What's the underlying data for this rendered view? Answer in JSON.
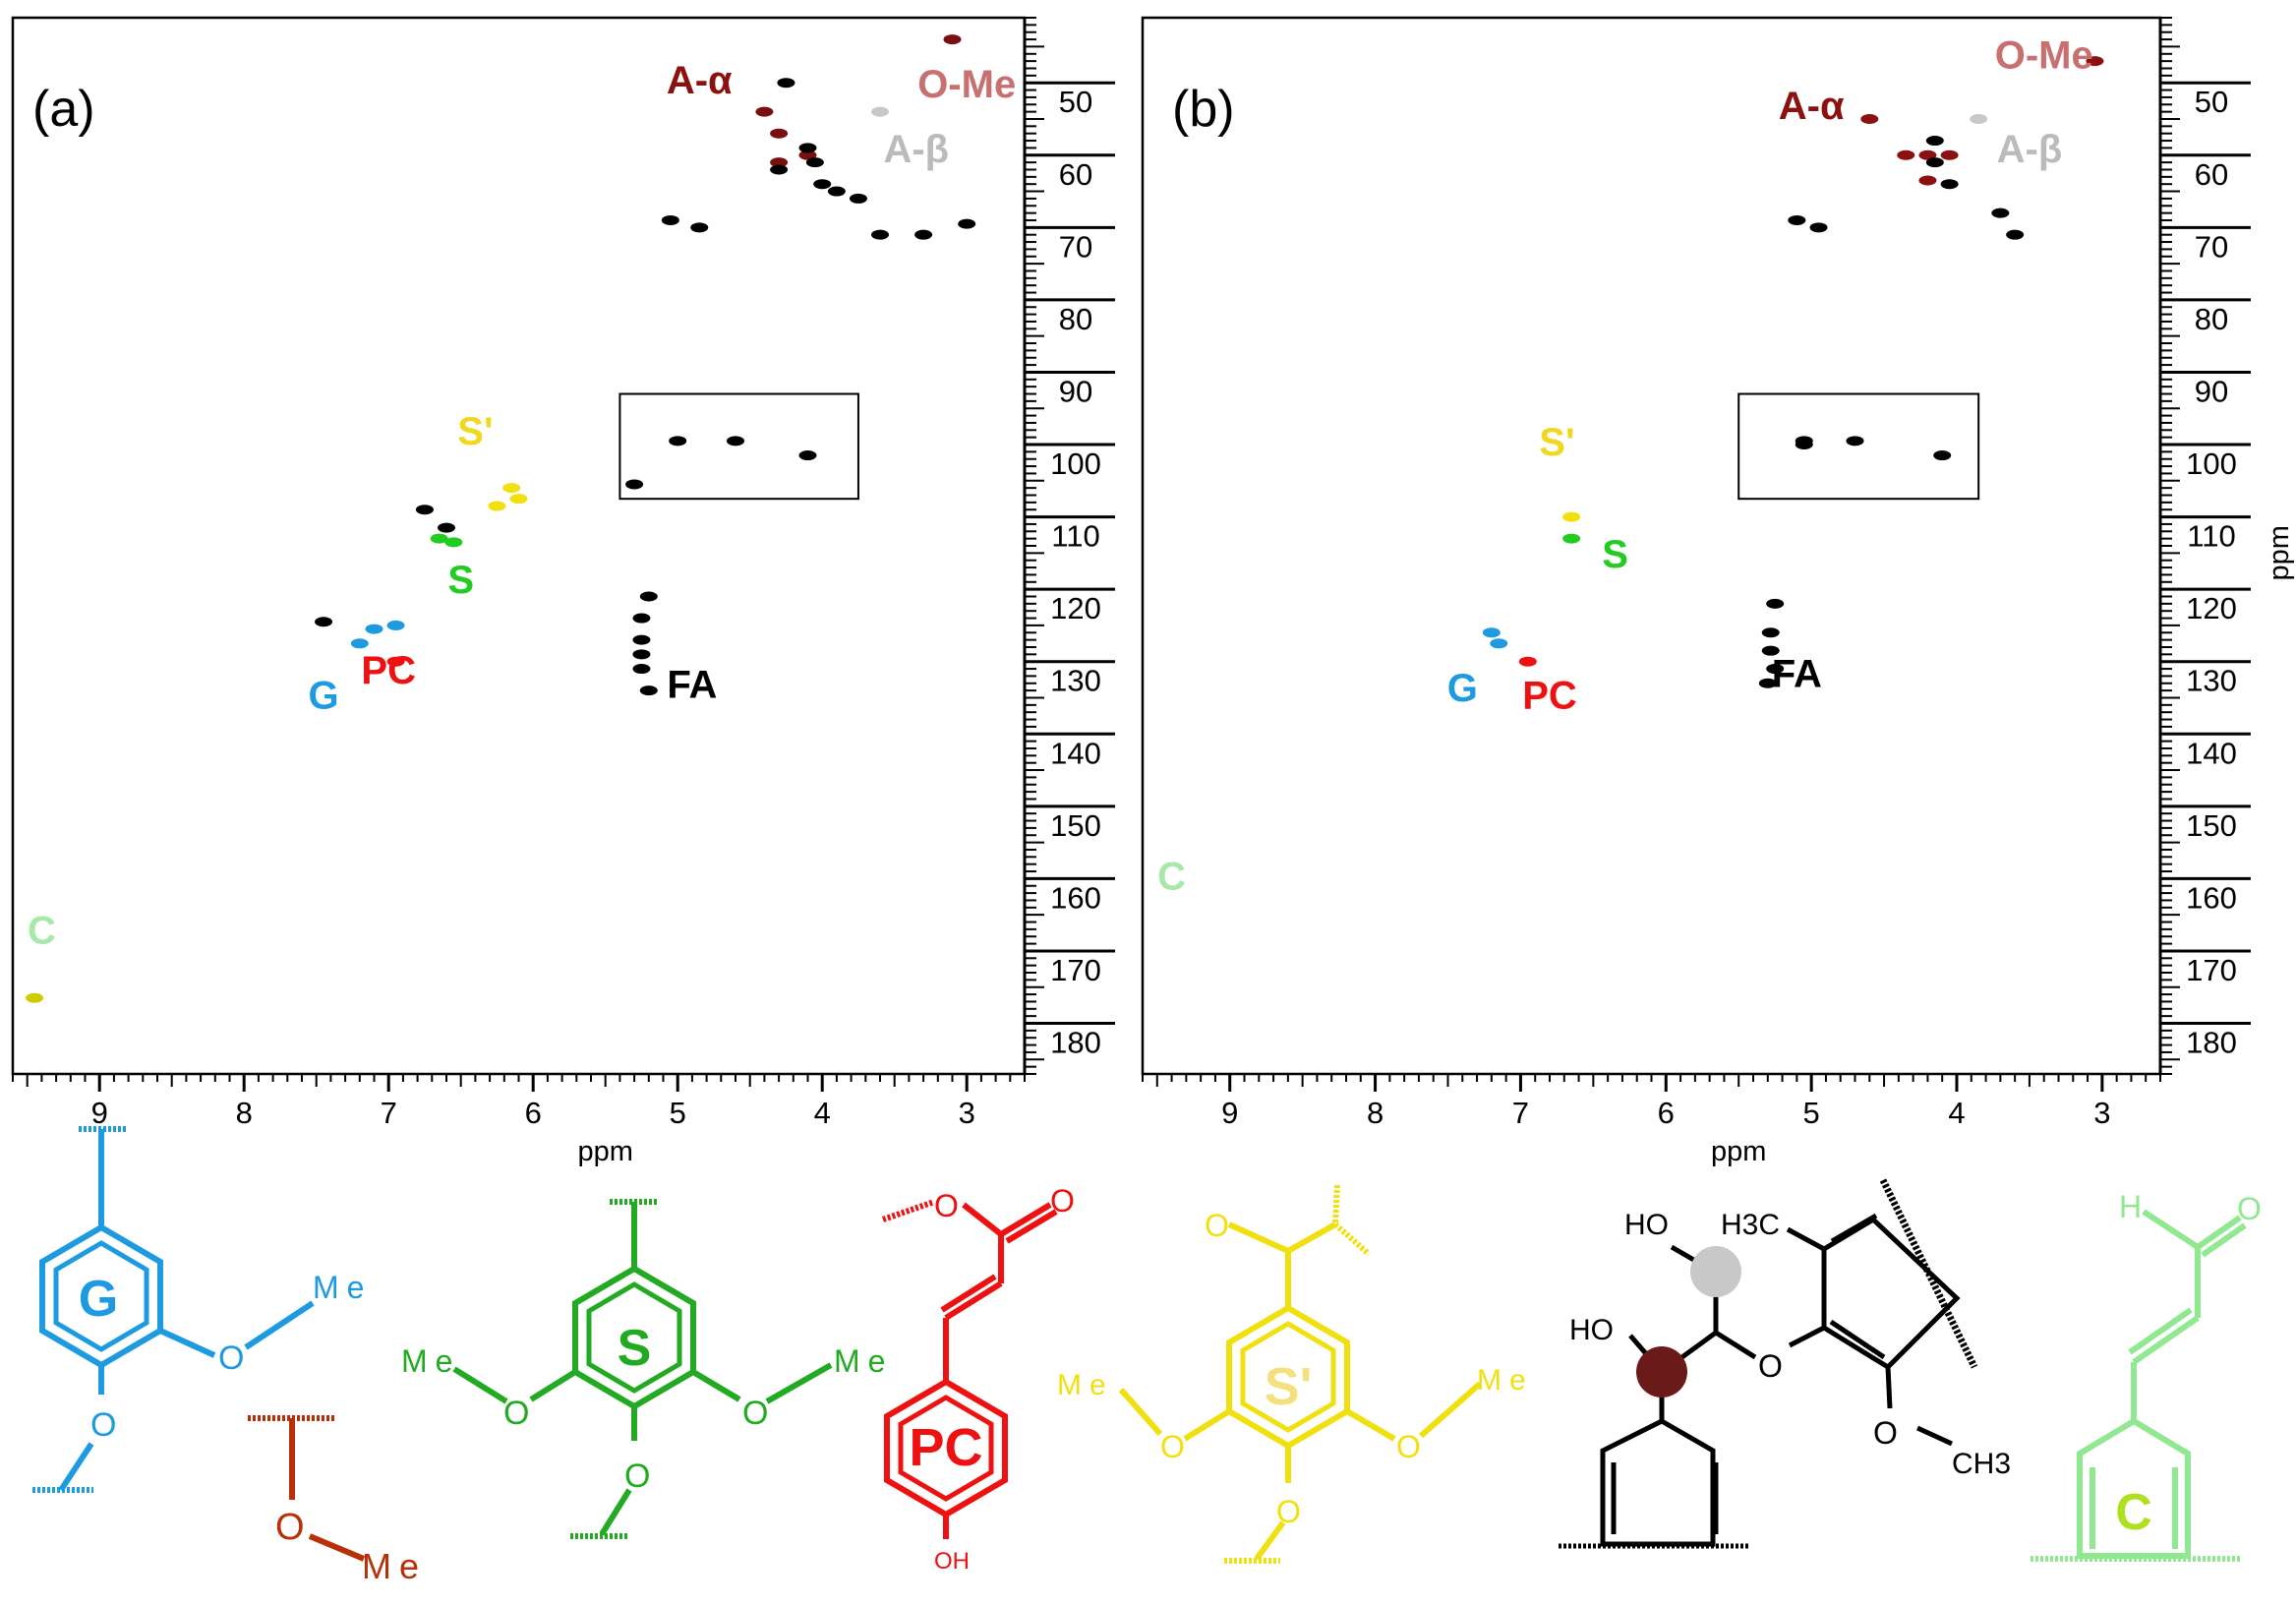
{
  "figure": {
    "panels": [
      {
        "id": "a",
        "label": "(a)"
      },
      {
        "id": "b",
        "label": "(b)"
      }
    ],
    "x_axis_title": "ppm",
    "y_axis_title": "ppm"
  },
  "chart_data": [
    {
      "type": "scatter",
      "panel": "(a)",
      "subtype": "2D HSQC NMR contour map",
      "xlabel": "ppm",
      "ylabel": "",
      "xlim": [
        9.6,
        2.6
      ],
      "ylim": [
        187,
        41
      ],
      "x_reversed": true,
      "y_reversed": true,
      "x_ticks": [
        "9",
        "8",
        "7",
        "6",
        "5",
        "4",
        "3"
      ],
      "y_ticks": [
        "50",
        "60",
        "70",
        "80",
        "90",
        "100",
        "110",
        "120",
        "130",
        "140",
        "150",
        "160",
        "170",
        "180"
      ],
      "grid": false,
      "legend": "none",
      "inset_box": {
        "x": [
          5.4,
          3.75
        ],
        "y": [
          93,
          107.5
        ]
      },
      "labels": [
        {
          "text": "A-α",
          "x": 4.85,
          "y": 51.5,
          "color": "#8b1010"
        },
        {
          "text": "O-Me",
          "x": 3.0,
          "y": 52,
          "color": "#c87070"
        },
        {
          "text": "A-β",
          "x": 3.35,
          "y": 61,
          "color": "#bbbbbb"
        },
        {
          "text": "S'",
          "x": 6.4,
          "y": 100,
          "color": "#f0d820"
        },
        {
          "text": "S",
          "x": 6.5,
          "y": 120.5,
          "color": "#22cc22"
        },
        {
          "text": "PC",
          "x": 7.0,
          "y": 133,
          "color": "#ee1111"
        },
        {
          "text": "G",
          "x": 7.45,
          "y": 136.5,
          "color": "#1e9be0"
        },
        {
          "text": "FA",
          "x": 4.9,
          "y": 135,
          "color": "#000000"
        },
        {
          "text": "C",
          "x": 9.4,
          "y": 169,
          "color": "#a8e8a8"
        }
      ],
      "series": [
        {
          "label_ref": "A-α",
          "color": "#7a0f0f",
          "points": [
            [
              4.4,
              54
            ],
            [
              4.3,
              57
            ],
            [
              4.1,
              60
            ],
            [
              4.3,
              61
            ],
            [
              3.1,
              44
            ]
          ]
        },
        {
          "label_ref": "O-Me",
          "color": "#c8c8c8",
          "points": [
            [
              3.6,
              54
            ]
          ]
        },
        {
          "label_ref": "",
          "color": "#000000",
          "points": [
            [
              4.25,
              50
            ],
            [
              4.1,
              59
            ],
            [
              4.05,
              61
            ],
            [
              4.3,
              62
            ],
            [
              4.0,
              64
            ],
            [
              3.9,
              65
            ],
            [
              3.75,
              66
            ],
            [
              5.05,
              69
            ],
            [
              4.85,
              70
            ],
            [
              3.0,
              69.5
            ],
            [
              3.6,
              71
            ],
            [
              3.3,
              71
            ]
          ]
        },
        {
          "label_ref": "",
          "color": "#000000",
          "points": [
            [
              5.0,
              99.5
            ],
            [
              4.6,
              99.5
            ],
            [
              4.1,
              101.5
            ],
            [
              5.3,
              105.5
            ]
          ]
        },
        {
          "label_ref": "S'",
          "color": "#f0e010",
          "points": [
            [
              6.25,
              108.5
            ],
            [
              6.1,
              107.5
            ],
            [
              6.15,
              106
            ]
          ]
        },
        {
          "label_ref": "",
          "color": "#000000",
          "points": [
            [
              6.6,
              111.5
            ],
            [
              6.75,
              109
            ]
          ]
        },
        {
          "label_ref": "S",
          "color": "#22cc22",
          "points": [
            [
              6.65,
              113
            ],
            [
              6.55,
              113.5
            ]
          ]
        },
        {
          "label_ref": "G",
          "color": "#1e9be0",
          "points": [
            [
              7.2,
              127.5
            ],
            [
              7.1,
              125.5
            ],
            [
              6.95,
              125
            ]
          ]
        },
        {
          "label_ref": "PC",
          "color": "#ee1111",
          "points": [
            [
              6.95,
              130
            ]
          ]
        },
        {
          "label_ref": "",
          "color": "#000000",
          "points": [
            [
              7.45,
              124.5
            ],
            [
              5.25,
              127
            ],
            [
              5.25,
              129
            ],
            [
              5.25,
              131
            ],
            [
              5.2,
              121
            ],
            [
              5.25,
              124
            ],
            [
              5.2,
              134
            ]
          ]
        },
        {
          "label_ref": "C",
          "color": "#cccc00",
          "points": [
            [
              9.45,
              176.5
            ]
          ]
        }
      ]
    },
    {
      "type": "scatter",
      "panel": "(b)",
      "subtype": "2D HSQC NMR contour map",
      "xlabel": "ppm",
      "ylabel": "ppm",
      "xlim": [
        9.6,
        2.6
      ],
      "ylim": [
        187,
        41
      ],
      "x_reversed": true,
      "y_reversed": true,
      "x_ticks": [
        "9",
        "8",
        "7",
        "6",
        "5",
        "4",
        "3"
      ],
      "y_ticks": [
        "50",
        "60",
        "70",
        "80",
        "90",
        "100",
        "110",
        "120",
        "130",
        "140",
        "150",
        "160",
        "170",
        "180"
      ],
      "grid": false,
      "legend": "none",
      "inset_box": {
        "x": [
          5.5,
          3.85
        ],
        "y": [
          93,
          107.5
        ]
      },
      "labels": [
        {
          "text": "O-Me",
          "x": 3.4,
          "y": 48,
          "color": "#c87070"
        },
        {
          "text": "A-α",
          "x": 5.0,
          "y": 55,
          "color": "#8b1010"
        },
        {
          "text": "A-β",
          "x": 3.5,
          "y": 61,
          "color": "#bbbbbb"
        },
        {
          "text": "S'",
          "x": 6.75,
          "y": 101.5,
          "color": "#f0d820"
        },
        {
          "text": "S",
          "x": 6.35,
          "y": 117,
          "color": "#22cc22"
        },
        {
          "text": "PC",
          "x": 6.8,
          "y": 136.5,
          "color": "#ee1111"
        },
        {
          "text": "G",
          "x": 7.4,
          "y": 135.5,
          "color": "#1e9be0"
        },
        {
          "text": "FA",
          "x": 5.1,
          "y": 133.5,
          "color": "#000000"
        },
        {
          "text": "C",
          "x": 9.4,
          "y": 161.5,
          "color": "#a8e8a8"
        }
      ],
      "series": [
        {
          "label_ref": "A-α",
          "color": "#8b1010",
          "points": [
            [
              3.05,
              47
            ],
            [
              4.6,
              55
            ],
            [
              4.35,
              60
            ],
            [
              4.2,
              60
            ],
            [
              4.05,
              60
            ],
            [
              4.2,
              63.5
            ]
          ]
        },
        {
          "label_ref": "O-Me",
          "color": "#c8c8c8",
          "points": [
            [
              3.85,
              55
            ]
          ]
        },
        {
          "label_ref": "",
          "color": "#000000",
          "points": [
            [
              4.15,
              58
            ],
            [
              4.15,
              61
            ],
            [
              4.05,
              64
            ],
            [
              5.1,
              69
            ],
            [
              4.95,
              70
            ],
            [
              3.6,
              71
            ],
            [
              3.7,
              68
            ]
          ]
        },
        {
          "label_ref": "",
          "color": "#000000",
          "points": [
            [
              5.05,
              99.5
            ],
            [
              4.7,
              99.5
            ],
            [
              4.1,
              101.5
            ],
            [
              5.05,
              100
            ]
          ]
        },
        {
          "label_ref": "S'",
          "color": "#f0e010",
          "points": [
            [
              6.65,
              110
            ]
          ]
        },
        {
          "label_ref": "S",
          "color": "#22cc22",
          "points": [
            [
              6.65,
              113
            ]
          ]
        },
        {
          "label_ref": "G",
          "color": "#1e9be0",
          "points": [
            [
              7.15,
              127.5
            ],
            [
              7.2,
              126
            ]
          ]
        },
        {
          "label_ref": "PC",
          "color": "#ee1111",
          "points": [
            [
              6.95,
              130
            ]
          ]
        },
        {
          "label_ref": "",
          "color": "#000000",
          "points": [
            [
              5.28,
              126
            ],
            [
              5.28,
              128.5
            ],
            [
              5.25,
              131
            ],
            [
              5.25,
              122
            ],
            [
              5.3,
              133
            ]
          ]
        }
      ]
    }
  ],
  "structures": [
    {
      "id": "G",
      "color": "#1e9be0",
      "ring_label": "G",
      "labels": [
        "Me",
        "O",
        "O"
      ]
    },
    {
      "id": "OMe",
      "color": "#b83008",
      "labels": [
        "O",
        "Me"
      ]
    },
    {
      "id": "S",
      "color": "#22aa22",
      "ring_label": "S",
      "labels": [
        "Me",
        "O",
        "O",
        "Me",
        "O"
      ]
    },
    {
      "id": "PC",
      "color": "#ee1111",
      "ring_label": "PC",
      "labels": [
        "O",
        "O",
        "OH"
      ]
    },
    {
      "id": "S'",
      "color": "#f0e010",
      "ring_label": "S'",
      "ring_label_color": "#f5e080",
      "labels": [
        "O",
        "Me",
        "O",
        "O",
        "Me",
        "O"
      ]
    },
    {
      "id": "LCC",
      "color": "#000000",
      "labels": [
        "HO",
        "H3C",
        "HO",
        "O",
        "O",
        "CH3"
      ],
      "dot_colors": [
        "#c8c8c8",
        "#6b1a1a"
      ]
    },
    {
      "id": "C",
      "color": "#90e890",
      "ring_label": "C",
      "ring_label_color": "#aee020",
      "labels": [
        "H",
        "O"
      ]
    }
  ]
}
